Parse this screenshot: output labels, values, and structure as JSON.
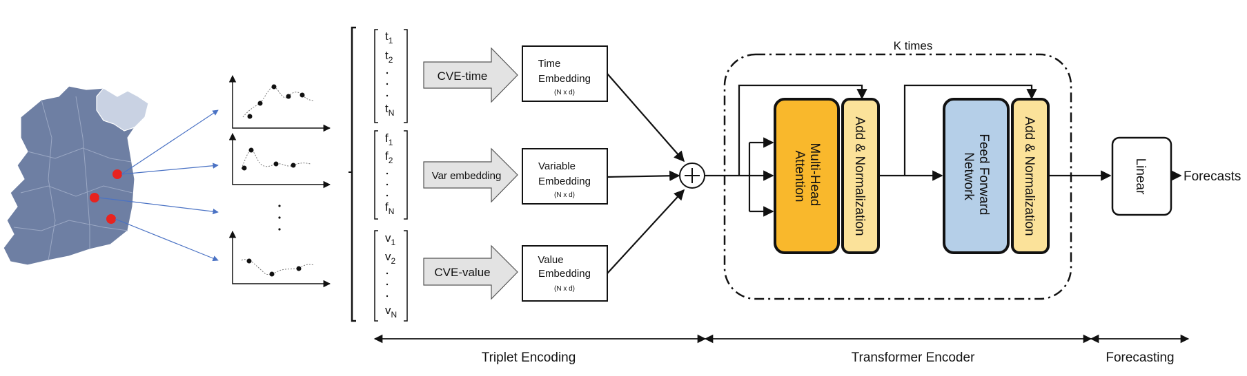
{
  "inputs": {
    "time": {
      "first": "t",
      "first_sub": "1",
      "second": "t",
      "second_sub": "2",
      "last": "t",
      "last_sub": "N"
    },
    "feature": {
      "first": "f",
      "first_sub": "1",
      "second": "f",
      "second_sub": "2",
      "last": "f",
      "last_sub": "N"
    },
    "value": {
      "first": "v",
      "first_sub": "1",
      "second": "v",
      "second_sub": "2",
      "last": "v",
      "last_sub": "N"
    }
  },
  "encoders": {
    "time": "CVE-time",
    "variable": "Var embedding",
    "value": "CVE-value"
  },
  "embeddings": {
    "time": {
      "line1": "Time",
      "line2": "Embedding",
      "dims": "(N x d)"
    },
    "variable": {
      "line1": "Variable",
      "line2": "Embedding",
      "dims": "(N x d)"
    },
    "value": {
      "line1": "Value",
      "line2": "Embedding",
      "dims": "(N x d)"
    }
  },
  "transformer": {
    "repeat_label": "K times",
    "attention": {
      "line1": "Multi-Head",
      "line2": "Attention"
    },
    "add_norm_1": "Add & Normalization",
    "ffn": {
      "line1": "Feed Forward",
      "line2": "Network"
    },
    "add_norm_2": "Add & Normalization"
  },
  "output": {
    "linear": "Linear",
    "forecasts": "Forecasts"
  },
  "stages": {
    "triplet": "Triplet Encoding",
    "transformer": "Transformer Encoder",
    "forecasting": "Forecasting"
  },
  "colors": {
    "attention": "#F9B82C",
    "add_norm": "#FBE29A",
    "ffn": "#B5CFE8",
    "map": "#6E7FA3",
    "map_light": "#C9D2E3",
    "station": "#E8231F",
    "pointer": "#4A72C4",
    "arrow_fill": "#E3E3E3"
  }
}
